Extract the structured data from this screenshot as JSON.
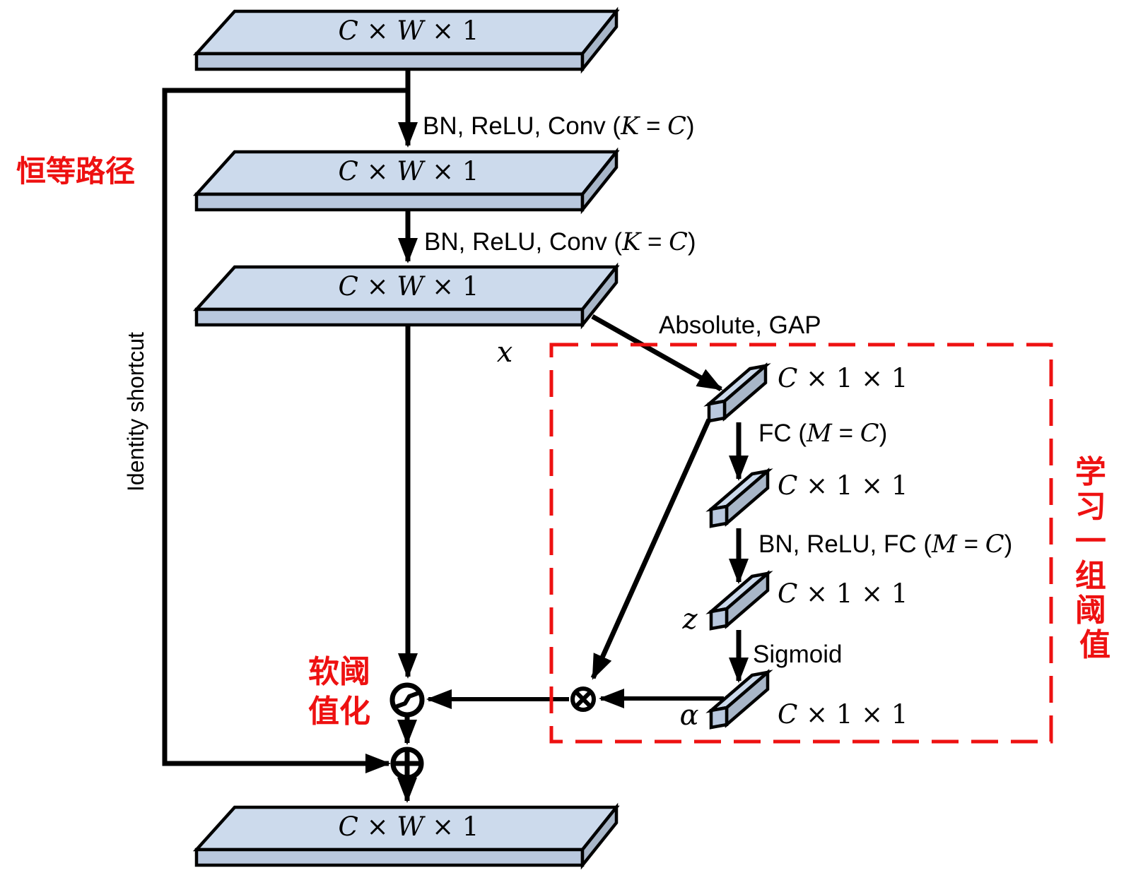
{
  "colors": {
    "slab_top": "#ccdaec",
    "slab_front": "#b9c8de",
    "slab_side": "#a8b6c8",
    "outline": "#000000",
    "red": "#ee1111",
    "background": "#ffffff"
  },
  "slabs": [
    {
      "c": "C",
      "times1": " × ",
      "w": "W",
      "times2": " × 1"
    },
    {
      "c": "C",
      "times1": " × ",
      "w": "W",
      "times2": " × 1"
    },
    {
      "c": "C",
      "times1": " × ",
      "w": "W",
      "times2": " × 1"
    },
    {
      "c": "C",
      "times1": " × ",
      "w": "W",
      "times2": " × 1"
    }
  ],
  "bars": [
    {
      "c": "C",
      "rest": " × 1 × 1"
    },
    {
      "c": "C",
      "rest": " × 1 × 1"
    },
    {
      "c": "C",
      "rest": " × 1 × 1"
    },
    {
      "c": "C",
      "rest": " × 1 × 1"
    }
  ],
  "edges": {
    "conv1": {
      "pre": "BN, ReLU, Conv (",
      "k": "K",
      "eq": " = ",
      "c": "C",
      "post": ")"
    },
    "conv2": {
      "pre": "BN, ReLU, Conv (",
      "k": "K",
      "eq": " = ",
      "c": "C",
      "post": ")"
    },
    "absolute_gap": "Absolute, GAP",
    "fc": {
      "pre": "FC (",
      "m": "M",
      "eq": " = ",
      "c": "C",
      "post": ")"
    },
    "bn_relu_fc": {
      "pre": "BN, ReLU, FC (",
      "m": "M",
      "eq": " = ",
      "c": "C",
      "post": ")"
    },
    "sigmoid": "Sigmoid"
  },
  "vars": {
    "x": "x",
    "z": "z",
    "alpha": "α"
  },
  "identity_shortcut": "Identity shortcut",
  "red_annotations": {
    "identity_path": "恒等路径",
    "soft_threshold_lines": [
      "软阈",
      "值化"
    ],
    "learn_thresholds_chars": [
      "学",
      "习",
      "一",
      "组",
      "阈",
      "值"
    ]
  },
  "icons": {
    "multiply": "circled-times-elementwise-product",
    "add": "circled-plus-elementwise-sum",
    "soft_threshold": "circled-soft-threshold-curve",
    "arrowhead": "filled-triangle"
  }
}
